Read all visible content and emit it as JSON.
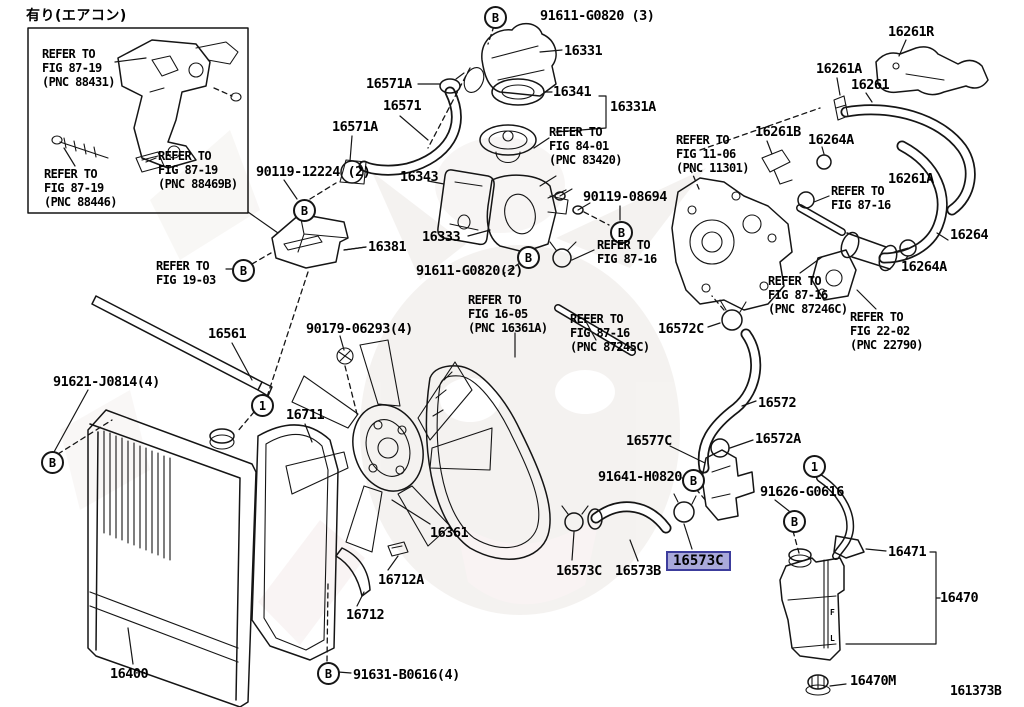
{
  "note_aircon": "有り(エアコン)",
  "diagram_id": "161373B",
  "circled": {
    "b": "B",
    "one": "1"
  },
  "highlight": {
    "bg": "#a9a9da",
    "border": "#3c3c9c"
  },
  "bottle_marks": {
    "f": "F",
    "l": "L"
  },
  "labels": {
    "refer_8719_88431": "REFER TO\nFIG 87-19\n(PNC 88431)",
    "refer_8719_88446": "REFER TO\nFIG 87-19\n(PNC 88446)",
    "refer_8719_88469b": "REFER TO\nFIG 87-19\n(PNC 88469B)",
    "bolt_91611_3": "91611-G0820 (3)",
    "p16331": "16331",
    "p16341": "16341",
    "p16331a": "16331A",
    "refer_8401": "REFER TO\nFIG 84-01\n(PNC 83420)",
    "p90119_08694": "90119-08694",
    "refer_8716_mid": "REFER TO\nFIG 87-16",
    "refer_8716_87245c": "REFER TO\nFIG 87-16\n(PNC 87245C)",
    "p16571a_top": "16571A",
    "p16571": "16571",
    "p16571a_low": "16571A",
    "p90119_12224": "90119-12224 (2)",
    "p16343": "16343",
    "p16333": "16333",
    "p16381": "16381",
    "bolt_91611_2": "91611-G0820(2)",
    "refer_1903": "REFER TO\nFIG 19-03",
    "p16561": "16561",
    "p90179": "90179-06293(4)",
    "p91621": "91621-J0814(4)",
    "p16711": "16711",
    "refer_1605": "REFER TO\nFIG 16-05\n(PNC 16361A)",
    "p16361": "16361",
    "p16400": "16400",
    "p16712a": "16712A",
    "p16712": "16712",
    "p91631": "91631-B0616(4)",
    "refer_1106": "REFER TO\nFIG 11-06\n(PNC 11301)",
    "p16261b": "16261B",
    "p16264a_up": "16264A",
    "p16261a_up": "16261A",
    "p16261": "16261",
    "p16261r": "16261R",
    "refer_8716_right": "REFER TO\nFIG 87-16",
    "p16261a_right": "16261A",
    "p16264": "16264",
    "p16264a_low": "16264A",
    "refer_8716_87246c": "REFER TO\nFIG 87-16\n(PNC 87246C)",
    "refer_2202": "REFER TO\nFIG 22-02\n(PNC 22790)",
    "p16572c": "16572C",
    "p16572": "16572",
    "p16577c": "16577C",
    "p16572a": "16572A",
    "p91641": "91641-H0820",
    "p16573c_left": "16573C",
    "p16573b": "16573B",
    "p16573c_hl": "16573C",
    "p91626": "91626-G0616",
    "p16471": "16471",
    "p16470": "16470",
    "p16470m": "16470M"
  }
}
